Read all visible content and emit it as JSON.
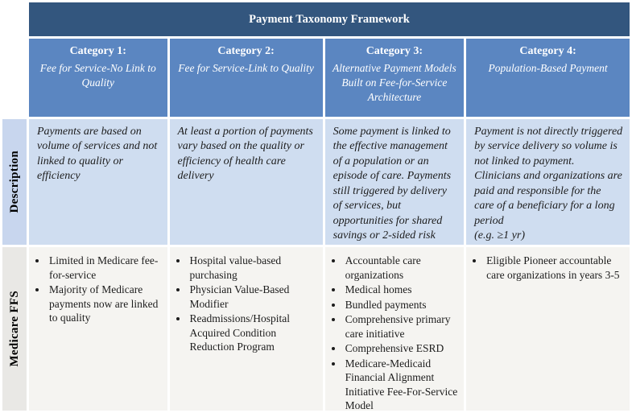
{
  "title": "Payment Taxonomy Framework",
  "colors": {
    "header_bg": "#33567e",
    "category_bg": "#5b86c1",
    "desc_bg": "#cfddf0",
    "desc_label_bg": "#c8d6ee",
    "medicare_bg": "#f5f4f1",
    "medicare_label_bg": "#e9e8e5",
    "text_dark": "#1c1c1c",
    "text_white": "#ffffff"
  },
  "categories": [
    {
      "label": "Category 1:",
      "subtitle": "Fee for Service-No Link to Quality"
    },
    {
      "label": "Category 2:",
      "subtitle": "Fee for Service-Link to Quality"
    },
    {
      "label": "Category 3:",
      "subtitle": "Alternative Payment Models Built on Fee-for-Service Architecture"
    },
    {
      "label": "Category 4:",
      "subtitle": "Population-Based Payment"
    }
  ],
  "rows": {
    "description": {
      "label": "Description",
      "cells": [
        "Payments are based on volume of services and not linked to quality or efficiency",
        "At least a portion of payments vary based on the quality or efficiency of health care delivery",
        "Some payment is linked to the effective management of a population or an episode of care. Payments still triggered by delivery of services, but opportunities for shared savings or 2-sided risk",
        "Payment is not directly triggered by service delivery so volume is not linked to payment. Clinicians and organizations are paid and responsible for the care of a beneficiary for a long period"
      ],
      "cell4_note": "(e.g. ≥1 yr)"
    },
    "medicare": {
      "label": "Medicare FFS",
      "cells": [
        {
          "items": [
            "Limited in Medicare fee-for-service",
            "Majority of Medicare payments now are linked to quality"
          ]
        },
        {
          "items": [
            "Hospital value-based purchasing",
            "Physician Value-Based Modifier",
            "Readmissions/Hospital Acquired Condition Reduction Program"
          ]
        },
        {
          "items": [
            "Accountable care organizations",
            "Medical homes",
            "Bundled payments",
            "Comprehensive primary care initiative",
            "Comprehensive ESRD",
            "Medicare-Medicaid Financial Alignment Initiative Fee-For-Service Model"
          ]
        },
        {
          "items": [
            "Eligible Pioneer accountable care organizations in years 3-5"
          ]
        }
      ]
    }
  }
}
